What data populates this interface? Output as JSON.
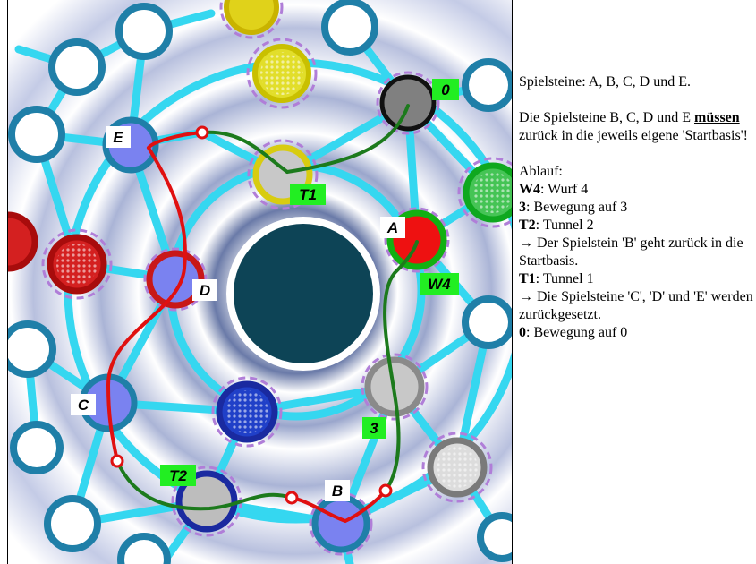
{
  "board": {
    "labels": {
      "a": "A",
      "b": "B",
      "c": "C",
      "d": "D",
      "e": "E",
      "zero": "0",
      "t1": "T1",
      "t2": "T2",
      "w4": "W4",
      "three": "3"
    },
    "colors": {
      "track": "#35d7f0",
      "ring_blue": "#1f7fa8",
      "green_path": "#1c7a1c",
      "red_path": "#e01010",
      "label_green": "#22ee22",
      "center": "#0d4456"
    }
  },
  "panel": {
    "intro": "Spielsteine: A, B, C, D und E.",
    "rule_prefix": "Die Spielsteine B, C, D  und E ",
    "rule_emph": "müssen",
    "rule_suffix": " zurück in die jeweils eigene 'Startbasis'!",
    "sequence_title": "Ablauf:",
    "steps": [
      {
        "key": "W4",
        "text": ": Wurf 4"
      },
      {
        "key": "3",
        "text": ": Bewegung auf 3"
      },
      {
        "key": "T2",
        "text": ": Tunnel 2"
      },
      {
        "key": "",
        "text": "→ Der Spielstein 'B' geht zurück in die Startbasis."
      },
      {
        "key": "T1",
        "text": ": Tunnel 1"
      },
      {
        "key": "",
        "text": "→ Die Spielsteine 'C', 'D' und 'E' werden zurückgesetzt."
      },
      {
        "key": "0",
        "text": ": Bewegung auf 0"
      }
    ]
  }
}
